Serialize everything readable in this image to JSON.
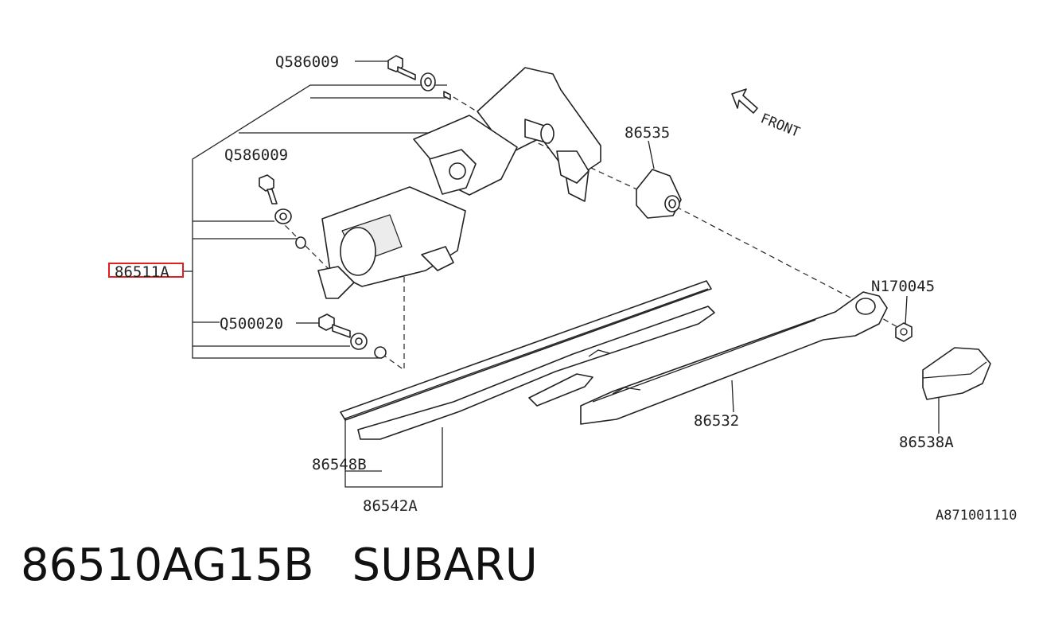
{
  "diagram": {
    "labels": {
      "bolt_top": "Q586009",
      "bolt_mid": "Q586009",
      "motor_assembly": "86511A",
      "bolt_low": "Q500020",
      "cap": "86535",
      "nut": "N170045",
      "arm": "86532",
      "arm_cover": "86538A",
      "blade_rubber": "86548B",
      "blade_assembly": "86542A",
      "front": "FRONT",
      "figure_code": "A871001110"
    },
    "highlight_color": "#e02020",
    "line_color": "#222222"
  },
  "footer": {
    "part_number": "86510AG15B",
    "brand": "SUBARU"
  }
}
